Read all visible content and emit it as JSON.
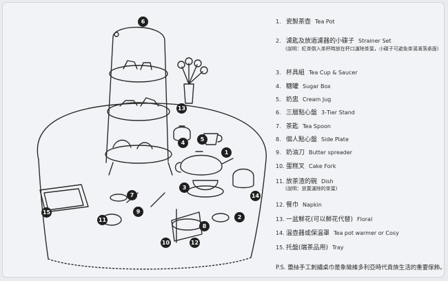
{
  "legend": [
    {
      "num": "1.",
      "zh": "瓷製茶壺",
      "en": "Tea Pot"
    },
    {
      "num": "2.",
      "zh": "濾匙及放過濾器的小碟子",
      "en": "Strainer Set",
      "note": "(說明：紅茶倒入茶杯時放在杯口濾除茶葉，小碟子可避免茶湯滴落桌面)"
    },
    {
      "num": "3.",
      "zh": "杯具組",
      "en": "Tea Cup & Saucer"
    },
    {
      "num": "4.",
      "zh": "糖罐",
      "en": "Sugar Box"
    },
    {
      "num": "5.",
      "zh": "奶盅",
      "en": "Cream Jug"
    },
    {
      "num": "6.",
      "zh": "三層點心盤",
      "en": "3-Tier Stand"
    },
    {
      "num": "7.",
      "zh": "茶匙",
      "en": "Tea Spoon"
    },
    {
      "num": "8.",
      "zh": "個人點心盤",
      "en": "Side Plate"
    },
    {
      "num": "9.",
      "zh": "奶油刀",
      "en": "Butter spreader"
    },
    {
      "num": "10.",
      "zh": "蛋糕叉",
      "en": "Cake Fork"
    },
    {
      "num": "11.",
      "zh": "放茶渣的碗",
      "en": "Dish",
      "note": "(說明：放置濾除的茶葉)"
    },
    {
      "num": "12.",
      "zh": "餐巾",
      "en": "Napkin"
    },
    {
      "num": "13.",
      "zh": "一盆鮮花(可以鮮花代替)",
      "en": "Floral"
    },
    {
      "num": "14.",
      "zh": "溫壺器或保溫罩",
      "en": "Tea pot warmer or Cosy"
    },
    {
      "num": "15.",
      "zh": "托盤(端茶品用)",
      "en": "Tray"
    }
  ],
  "ps": "P.S. 蕾絲手工刺繡桌巾是象徵維多利亞時代貴族生活的重要傢飾。",
  "badges": [
    "1",
    "2",
    "3",
    "4",
    "5",
    "6",
    "7",
    "8",
    "9",
    "10",
    "11",
    "12",
    "13",
    "14",
    "15"
  ]
}
